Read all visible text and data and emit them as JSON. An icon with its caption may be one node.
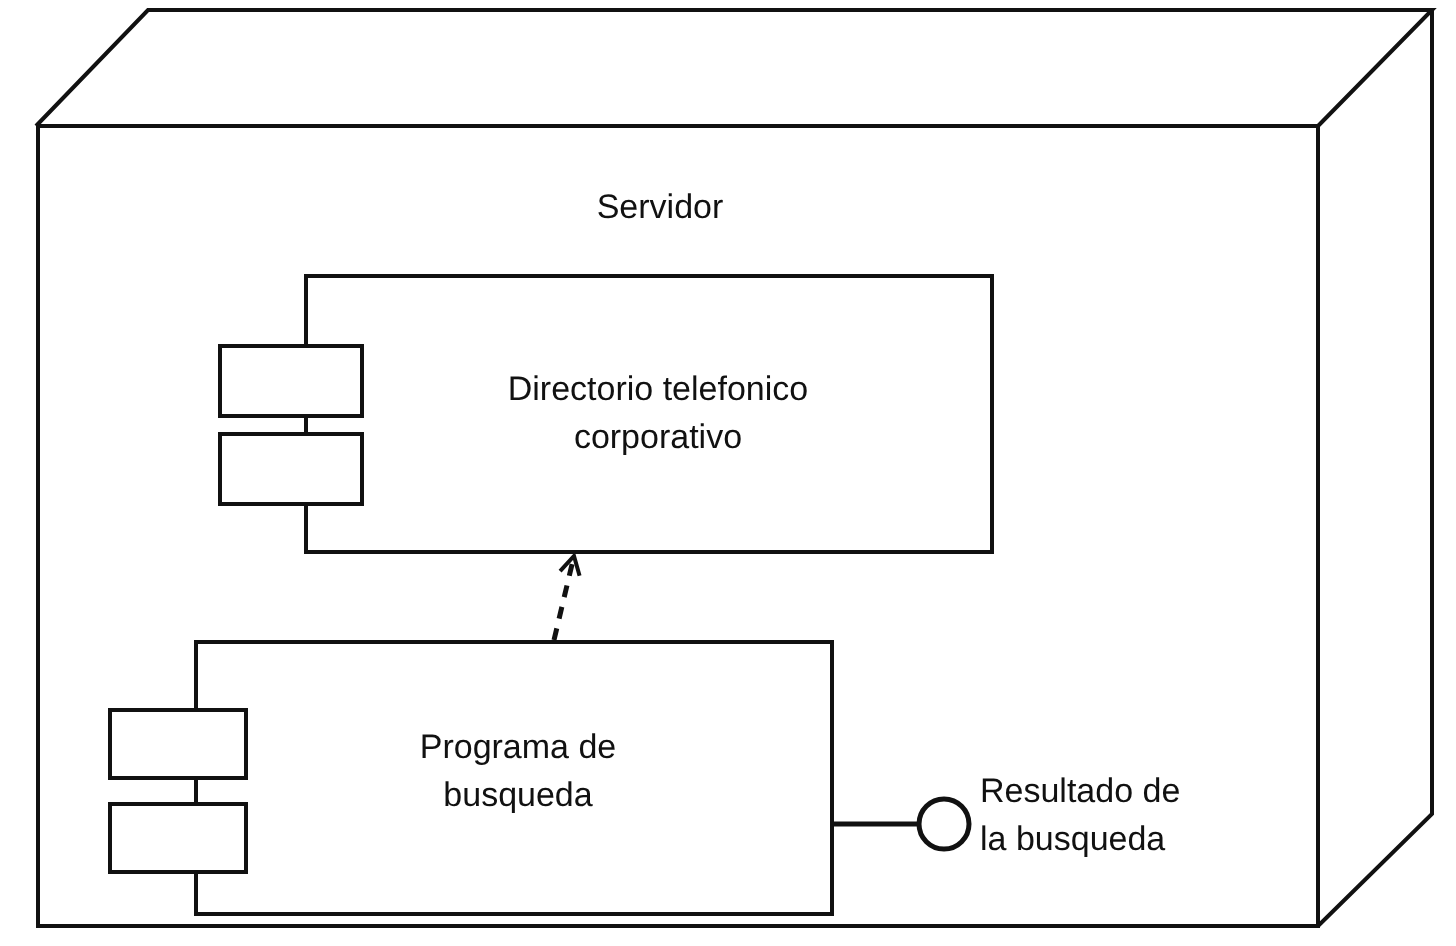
{
  "diagram": {
    "nodes": [
      {
        "text": [
          "Servidor"
        ]
      },
      {
        "text": [
          "Directorio telefonico corporativo"
        ],
        "in": 0
      },
      {
        "text": [
          "Programa de busqueda"
        ],
        "in": 0
      },
      {
        "text": [],
        "shape": "circle",
        "in": 0,
        "beside": [
          "Resultado de la busqueda"
        ]
      }
    ],
    "edges": [
      {
        "from": 2,
        "to": 1,
        "arrow": "to",
        "style": "dashed"
      },
      {
        "from": 2,
        "to": 3,
        "arrow": "none"
      }
    ]
  }
}
